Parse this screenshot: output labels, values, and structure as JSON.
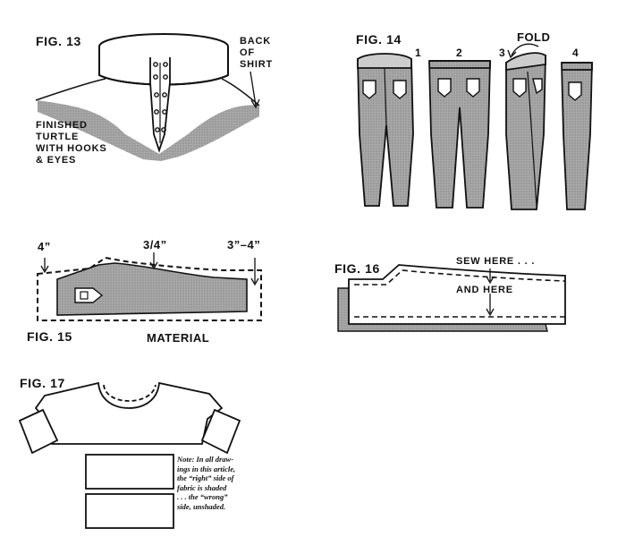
{
  "fig13": {
    "title": "FIG. 13",
    "back_label": "BACK\nOF\nSHIRT",
    "caption": "FINISHED\nTURTLE\nWITH HOOKS\n& EYES"
  },
  "fig14": {
    "title": "FIG. 14",
    "fold_label": "FOLD",
    "steps": [
      "1",
      "2",
      "3",
      "4"
    ]
  },
  "fig15": {
    "title": "FIG. 15",
    "material_label": "MATERIAL",
    "dim_left": "4”",
    "dim_middle": "3/4”",
    "dim_right": "3”–4”"
  },
  "fig16": {
    "title": "FIG. 16",
    "sew_here": "SEW HERE . . .",
    "and_here": "AND HERE"
  },
  "fig17": {
    "title": "FIG. 17",
    "note": "Note: In all draw-\nings in this article,\nthe “right” side of\nfabric is shaded\n. . . the “wrong”\nside, unshaded."
  },
  "colors": {
    "ink": "#111111",
    "shade": "#9a9a9a",
    "light_shade": "#b8b8b8"
  }
}
